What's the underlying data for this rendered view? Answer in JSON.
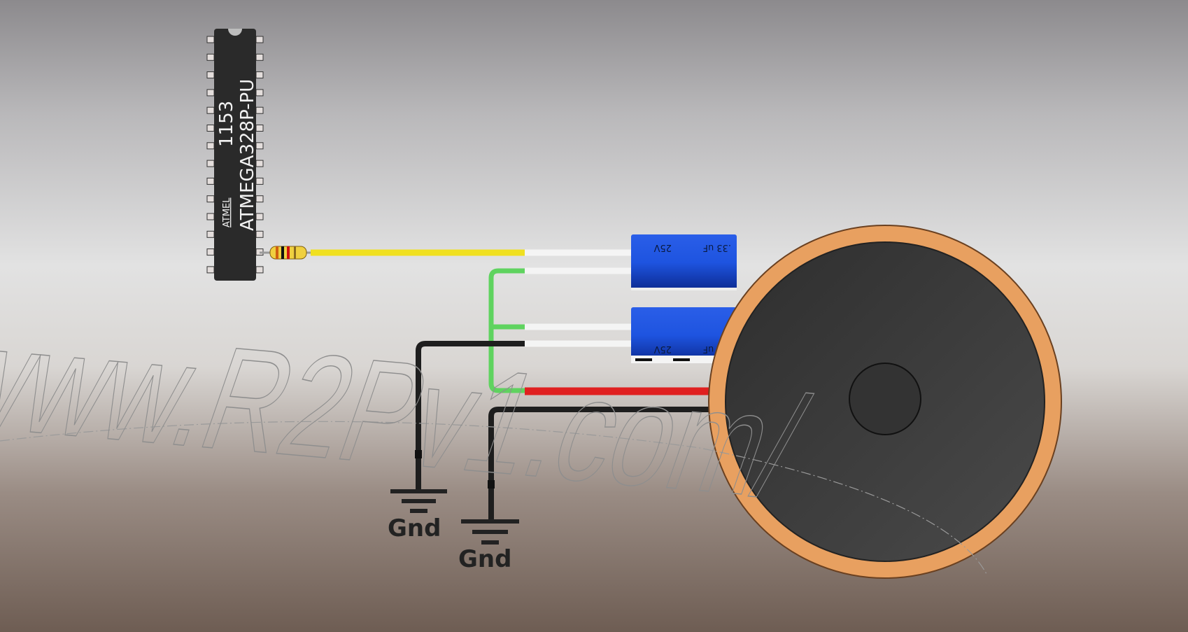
{
  "chip": {
    "brand": "ATMEL",
    "line1": "1153",
    "line2": "ATMEGA328P-PU",
    "pins_per_side": 14
  },
  "capacitors": [
    {
      "voltage": "25V",
      "capacitance": ".33 uF"
    },
    {
      "voltage": "25V",
      "capacitance": ".33 uF"
    }
  ],
  "grounds": [
    {
      "label": "Gnd"
    },
    {
      "label": "Gnd"
    }
  ],
  "watermark": "/www.R2Pv1.com/",
  "colors": {
    "chip": "#2a2a2a",
    "capacitor": "#1f4fd8",
    "signal_wire": "#f0e020",
    "green_wire": "#5fd35f",
    "red_wire": "#e02020",
    "ground_wire": "#1e1e1e",
    "speaker_ring": "#e8a060",
    "speaker_cone": "#3a3a3a"
  }
}
